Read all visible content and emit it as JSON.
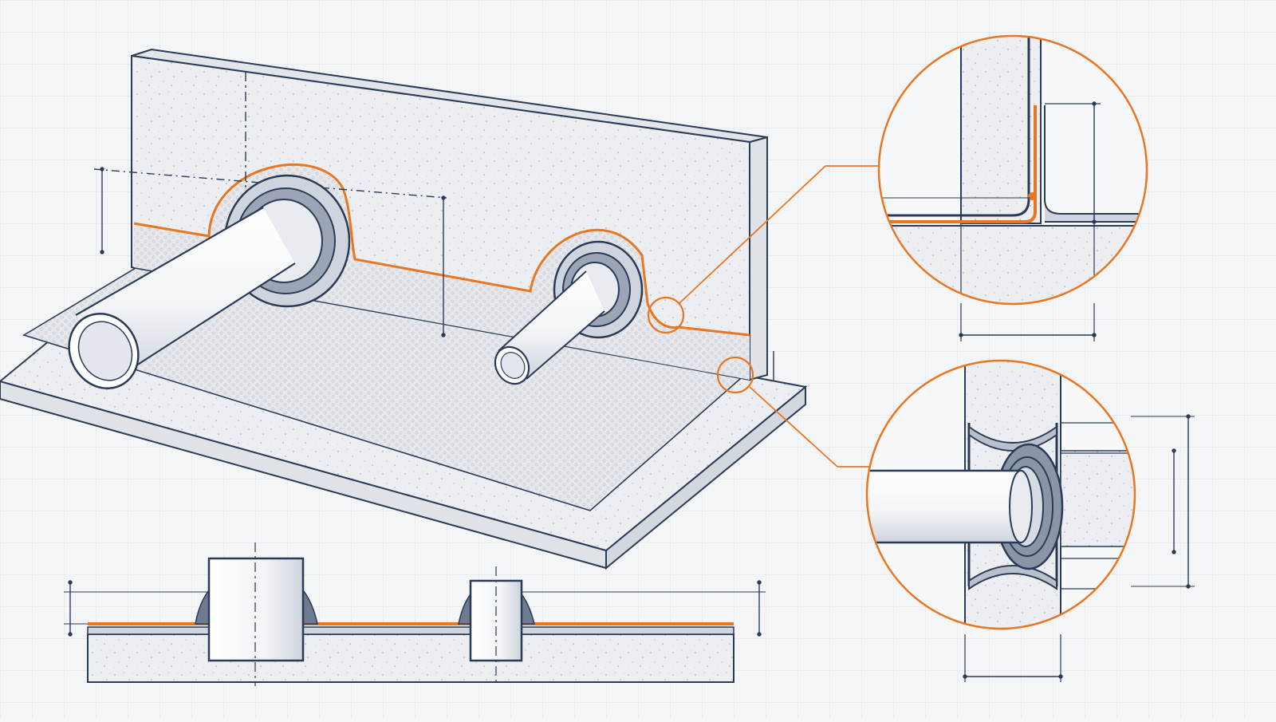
{
  "diagram": {
    "labels": [],
    "colors": {
      "background": "#f4f5f7",
      "grid": "#dde1e8",
      "concrete": "#e9ebef",
      "ink": "#2b3a55",
      "membrane": "#e87722",
      "pipe": "#ffffff",
      "collar": "#8a95a8"
    },
    "components": [
      {
        "id": "wall",
        "icon": "concrete-wall"
      },
      {
        "id": "slab",
        "icon": "concrete-slab"
      },
      {
        "id": "pipe-large",
        "icon": "pipe"
      },
      {
        "id": "pipe-small",
        "icon": "pipe"
      },
      {
        "id": "membrane",
        "icon": "waterproof-membrane"
      },
      {
        "id": "detail-corner",
        "icon": "magnifier-callout"
      },
      {
        "id": "detail-penetration",
        "icon": "magnifier-callout"
      },
      {
        "id": "section-view",
        "icon": "cross-section"
      }
    ]
  }
}
